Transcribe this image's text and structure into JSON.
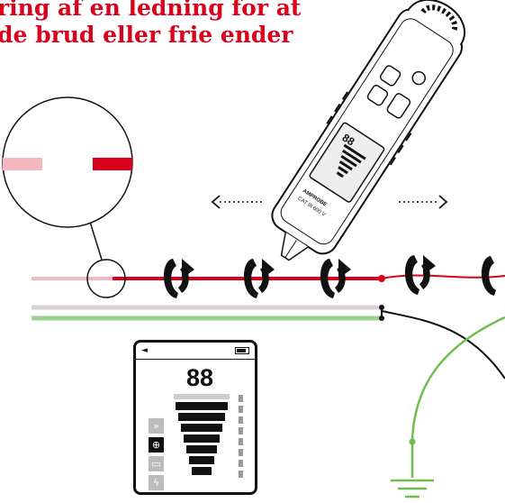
{
  "headline": {
    "line1": "ring af en ledning for at",
    "line2": "de brud eller frie ender"
  },
  "device": {
    "display_reading": "88",
    "cat_rating": "CAT III 600 V",
    "brand": "AMPROBE"
  },
  "panel": {
    "reading": "88",
    "mode_icons": [
      "chevrons-icon",
      "target-icon",
      "battery-level-icon",
      "lightning-icon"
    ]
  },
  "colors": {
    "accent_red": "#d9001b",
    "light_red": "#f3b7bd",
    "wire_gray": "#d4d4d4",
    "wire_green": "#9bd28f",
    "ground_green": "#6cbf4c",
    "ink": "#111111"
  }
}
